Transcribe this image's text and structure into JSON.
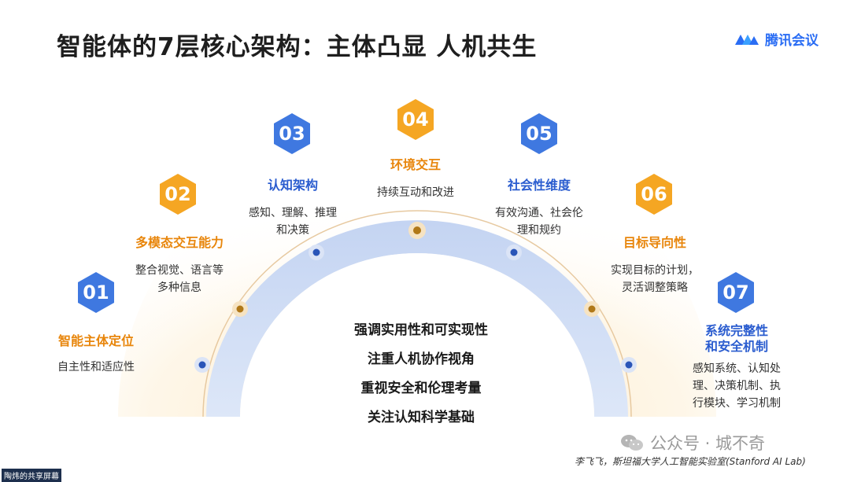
{
  "title": "智能体的7层核心架构：主体凸显 人机共生",
  "brand": {
    "name": "腾讯会议",
    "color": "#2a6df4"
  },
  "layers": [
    {
      "num": "01",
      "label": "智能主体定位",
      "desc": [
        "自主性和适应性"
      ],
      "hex_color": "blue",
      "label_color": "orange"
    },
    {
      "num": "02",
      "label": "多模态交互能力",
      "desc": [
        "整合视觉、语言等",
        "多种信息"
      ],
      "hex_color": "orange",
      "label_color": "orange"
    },
    {
      "num": "03",
      "label": "认知架构",
      "desc": [
        "感知、理解、推理",
        "和决策"
      ],
      "hex_color": "blue",
      "label_color": "blue"
    },
    {
      "num": "04",
      "label": "环境交互",
      "desc": [
        "持续互动和改进"
      ],
      "hex_color": "orange",
      "label_color": "orange"
    },
    {
      "num": "05",
      "label": "社会性维度",
      "desc": [
        "有效沟通、社会伦",
        "理和规约"
      ],
      "hex_color": "blue",
      "label_color": "blue"
    },
    {
      "num": "06",
      "label": "目标导向性",
      "desc": [
        "实现目标的计划，",
        "灵活调整策略"
      ],
      "hex_color": "orange",
      "label_color": "orange"
    },
    {
      "num": "07",
      "label": "系统完整性\n和安全机制",
      "desc": [
        "感知系统、认知处",
        "理、决策机制、执",
        "行模块、学习机制"
      ],
      "hex_color": "blue",
      "label_color": "blue"
    }
  ],
  "center_points": [
    "强调实用性和可实现性",
    "注重人机协作视角",
    "重视安全和伦理考量",
    "关注认知科学基础"
  ],
  "colors": {
    "orange": "#f5a623",
    "blue": "#3f78e0",
    "arc_blue": "#c9d7f3",
    "arc_glow": "#fdf0d8"
  },
  "footer": "李飞飞，斯坦福大学人工智能实验室(Stanford AI Lab)",
  "watermark": "公众号 · 城不奇",
  "share_tag": "陶炜的共享屏幕"
}
